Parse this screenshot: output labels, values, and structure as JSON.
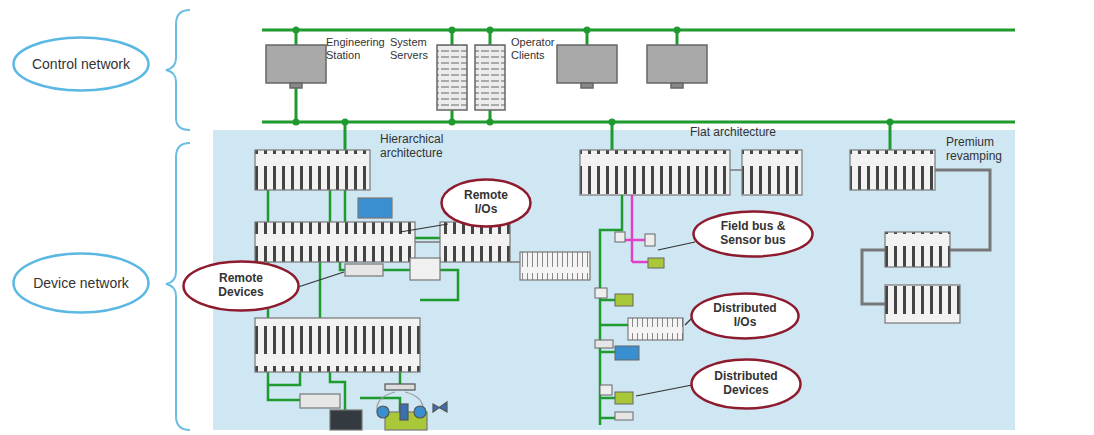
{
  "diagram": {
    "nodes": [
      {
        "text": [
          "Control network"
        ]
      },
      {
        "text": [
          "Device network"
        ]
      },
      {
        "text": [
          "Remote I/Os"
        ]
      },
      {
        "text": [
          "Remote Devices"
        ]
      },
      {
        "text": [
          "Field bus & Sensor bus"
        ]
      },
      {
        "text": [
          "Distributed I/Os"
        ]
      },
      {
        "text": [
          "Distributed Devices"
        ]
      }
    ],
    "labels": [
      "Engineering Station",
      "System Servers",
      "Operator Clients",
      "Hierarchical architecture",
      "Flat architecture",
      "Premium revamping"
    ]
  }
}
